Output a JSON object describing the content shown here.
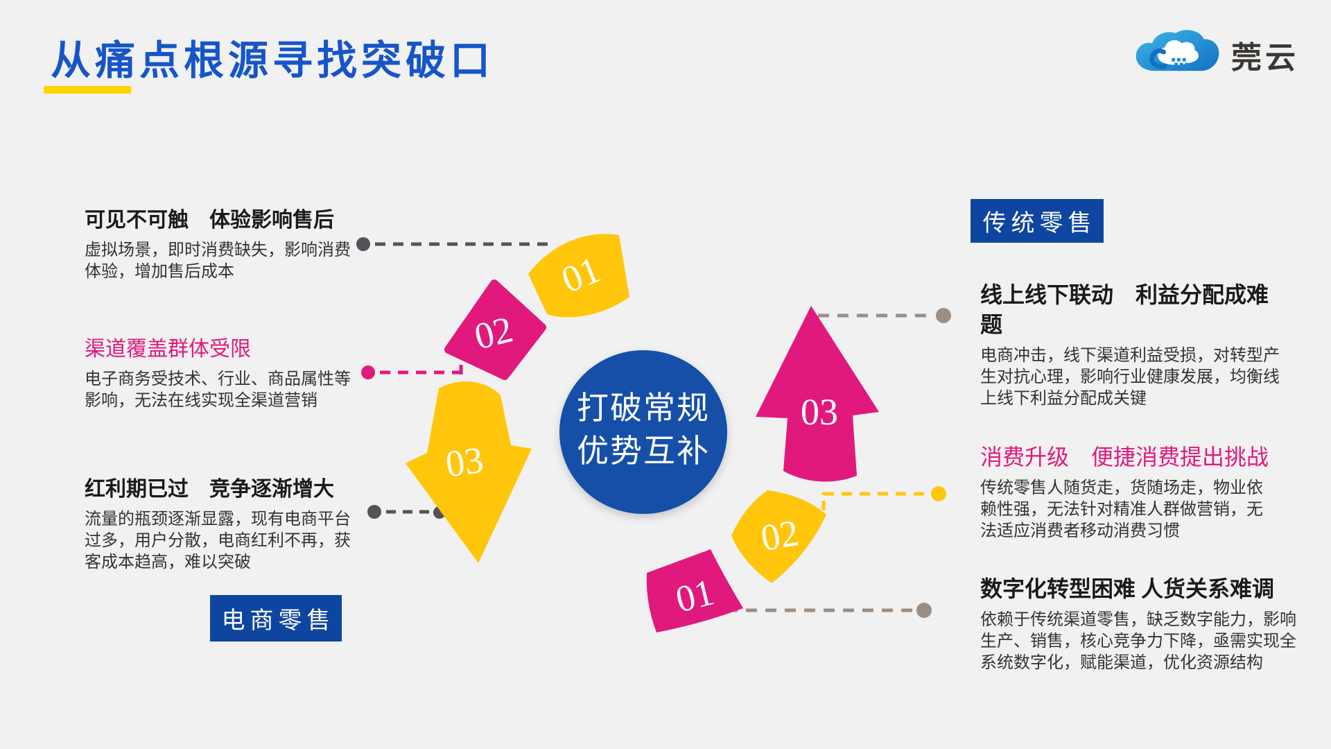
{
  "slide": {
    "title": "从痛点根源寻找突破口",
    "brand": {
      "name": "莞云"
    },
    "center_circle": {
      "line1": "打破常规",
      "line2": "优势互补"
    },
    "badges": {
      "left": "电商零售",
      "right": "传统零售"
    },
    "left_column": {
      "items": [
        {
          "label": "01",
          "heading": "可见不可触　体验影响售后",
          "body": "虚拟场景，即时消费缺失，影响消费体验，增加售后成本"
        },
        {
          "label": "02",
          "heading": "渠道覆盖群体受限",
          "body": "电子商务受技术、行业、商品属性等影响，无法在线实现全渠道营销"
        },
        {
          "label": "03",
          "heading": "红利期已过　竞争逐渐增大",
          "body": "流量的瓶颈逐渐显露，现有电商平台过多，用户分散，电商红利不再，获客成本趋高，难以突破"
        }
      ]
    },
    "right_column": {
      "items": [
        {
          "label": "03",
          "heading": "线上线下联动　利益分配成难题",
          "body": "电商冲击，线下渠道利益受损，对转型产生对抗心理，影响行业健康发展，均衡线上线下利益分配成关键"
        },
        {
          "label": "02",
          "heading": "消费升级　便捷消费提出挑战",
          "body": "传统零售人随货走，货随场走，物业依赖性强，无法针对精准人群做营销，无法适应消费者移动消费习惯"
        },
        {
          "label": "01",
          "heading": "数字化转型困难 人货关系难调",
          "body": "依赖于传统渠道零售，缺乏数字能力，影响生产、销售，核心竞争力下降，亟需实现全系统数字化，赋能渠道，优化资源结构"
        }
      ]
    },
    "colors": {
      "title_blue": "#1655C9",
      "circle_blue": "#1350A8",
      "badge_blue": "#0E45A0",
      "pink": "#E1197D",
      "yellow": "#FFC60B",
      "underline_yellow": "#FFD400",
      "dot_gray": "#57525A",
      "dot_taupe": "#9C8E83",
      "background": "#F1F1F2"
    }
  }
}
